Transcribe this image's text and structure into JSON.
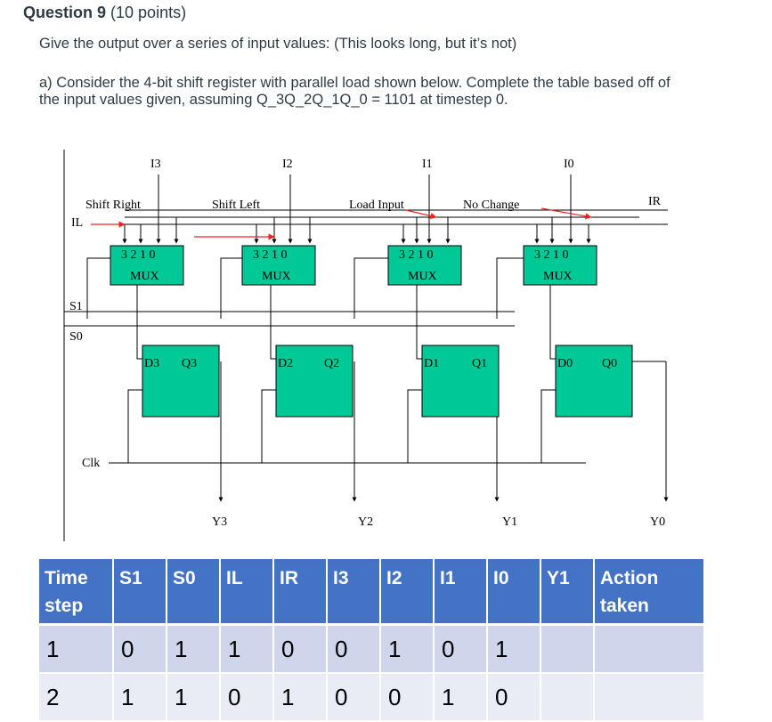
{
  "question": {
    "title": "Question 9",
    "points": "(10 points)"
  },
  "prompt": "Give the output over a series of input values: (This looks long, but it’s not)",
  "part_a": "a) Consider the 4-bit shift register with parallel load shown below. Complete the table based off of the input values given, assuming Q_3Q_2Q_1Q_0 = 1101 at timestep 0.",
  "diagram": {
    "inputs": [
      "I3",
      "I2",
      "I1",
      "I0"
    ],
    "mode_labels": [
      "Shift Right",
      "Shift Left",
      "Load Input",
      "No Change"
    ],
    "serial_left": "IL",
    "serial_right": "IR",
    "selects": [
      "S1",
      "S0"
    ],
    "mux_pins": "3 2 1 0",
    "mux_label": "MUX",
    "flipflops": [
      {
        "d": "D3",
        "q": "Q3"
      },
      {
        "d": "D2",
        "q": "Q2"
      },
      {
        "d": "D1",
        "q": "Q1"
      },
      {
        "d": "D0",
        "q": "Q0"
      }
    ],
    "clock": "Clk",
    "outputs": [
      "Y3",
      "Y2",
      "Y1",
      "Y0"
    ],
    "colors": {
      "flipflop_fill": "#00c896",
      "wire": "#000000",
      "arrow": "#e8281e"
    }
  },
  "table": {
    "headers": [
      "Time step",
      "S1",
      "S0",
      "IL",
      "IR",
      "I3",
      "I2",
      "I1",
      "I0",
      "Y1",
      "Action taken"
    ],
    "rows": [
      [
        "1",
        "0",
        "1",
        "1",
        "0",
        "0",
        "1",
        "0",
        "1",
        "",
        ""
      ],
      [
        "2",
        "1",
        "1",
        "0",
        "1",
        "0",
        "0",
        "1",
        "0",
        "",
        ""
      ]
    ],
    "colors": {
      "header": "#4472c4",
      "row_odd": "#cfd5ea",
      "row_even": "#e9ebf5"
    }
  }
}
